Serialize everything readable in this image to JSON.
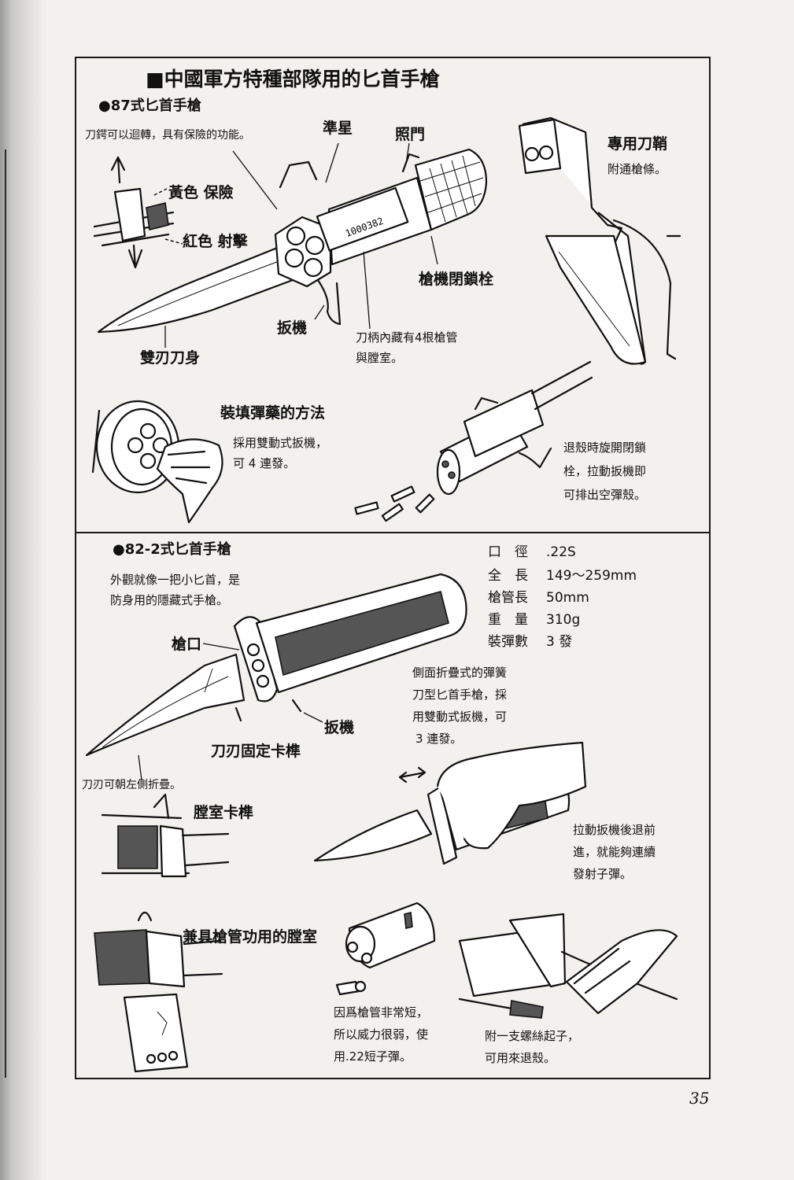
{
  "page_title": "■中國軍方特種部隊用的匕首手槍",
  "page_number": "35",
  "section_87": {
    "heading": "●87式匕首手槍",
    "note_guard": "刀鍔可以迴轉，具有保險的功能。",
    "labels": {
      "front_sight": "準星",
      "rear_sight": "照門",
      "yellow_safe": "黃色 保險",
      "red_fire": "紅色 射擊",
      "bolt": "槍機閉鎖栓",
      "trigger": "扳機",
      "blade": "雙刃刀身",
      "sheath": "專用刀鞘",
      "sheath_note": "附通槍條。"
    },
    "barrels_note": [
      "刀柄內藏有4根槍管",
      "與膛室。"
    ],
    "serial": "1000382",
    "loading": {
      "heading": "裝填彈藥的方法",
      "lines": [
        "採用雙動式扳機，",
        "可 4 連發。"
      ]
    },
    "eject_note": [
      "退殼時旋開閉鎖",
      "栓，拉動扳機即",
      "可排出空彈殼。"
    ]
  },
  "section_82": {
    "heading": "●82-2式匕首手槍",
    "intro": [
      "外觀就像一把小匕首，是",
      "防身用的隱藏式手槍。"
    ],
    "specs": [
      {
        "label": "口　徑",
        "value": ".22S"
      },
      {
        "label": "全　長",
        "value": "149～259mm"
      },
      {
        "label": "槍管長",
        "value": "50mm"
      },
      {
        "label": "重　量",
        "value": "310g"
      },
      {
        "label": "裝彈數",
        "value": "3 發"
      }
    ],
    "labels": {
      "muzzle": "槍口",
      "trigger": "扳機",
      "blade_lock": "刀刃固定卡榫",
      "blade_fold": "刀刃可朝左側折疊。",
      "chamber_latch": "膛室卡榫",
      "chamber_barrel": "兼具槍管功用的膛室"
    },
    "desc": [
      "側面折疊式的彈簧",
      "刀型匕首手槍，採",
      "用雙動式扳機，可",
      "3 連發。"
    ],
    "pull_note": [
      "拉動扳機後退前",
      "進，就能夠連續",
      "發射子彈。"
    ],
    "ammo_note": [
      "因爲槍管非常短，",
      "所以威力很弱，使",
      "用.22短子彈。"
    ],
    "screwdriver_note": [
      "附一支螺絲起子，",
      "可用來退殼。"
    ]
  }
}
